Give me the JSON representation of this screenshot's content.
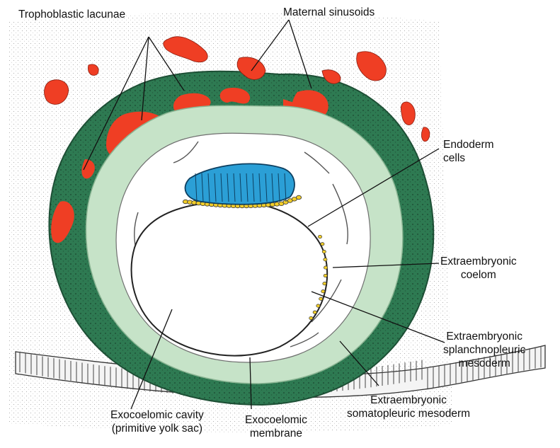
{
  "colors": {
    "trophoblast": "#2e7a52",
    "trophoblast_dark": "#1d4f35",
    "maternal_blood": "#ef3e24",
    "mesoderm": "#c6e3c8",
    "mesoderm_edge": "#8ab593",
    "epiblast": "#2b9fd6",
    "hypoblast": "#f2cd29",
    "leader": "#111111",
    "text": "#111111"
  },
  "labels": {
    "trophoblastic_lacunae": "Trophoblastic lacunae",
    "maternal_sinusoids": "Maternal sinusoids",
    "endoderm_cells": [
      "Endoderm",
      "cells"
    ],
    "extraembryonic_coelom": [
      "Extraembryonic",
      "coelom"
    ],
    "splanchnopleuric_mesoderm": [
      "Extraembryonic",
      "splanchnopleuric",
      "mesoderm"
    ],
    "somatopleuric_mesoderm": [
      "Extraembryonic",
      "somatopleuric mesoderm"
    ],
    "exocoelomic_cavity": [
      "Exocoelomic cavity",
      "(primitive yolk sac)"
    ],
    "exocoelomic_membrane": [
      "Exocoelomic",
      "membrane"
    ]
  }
}
